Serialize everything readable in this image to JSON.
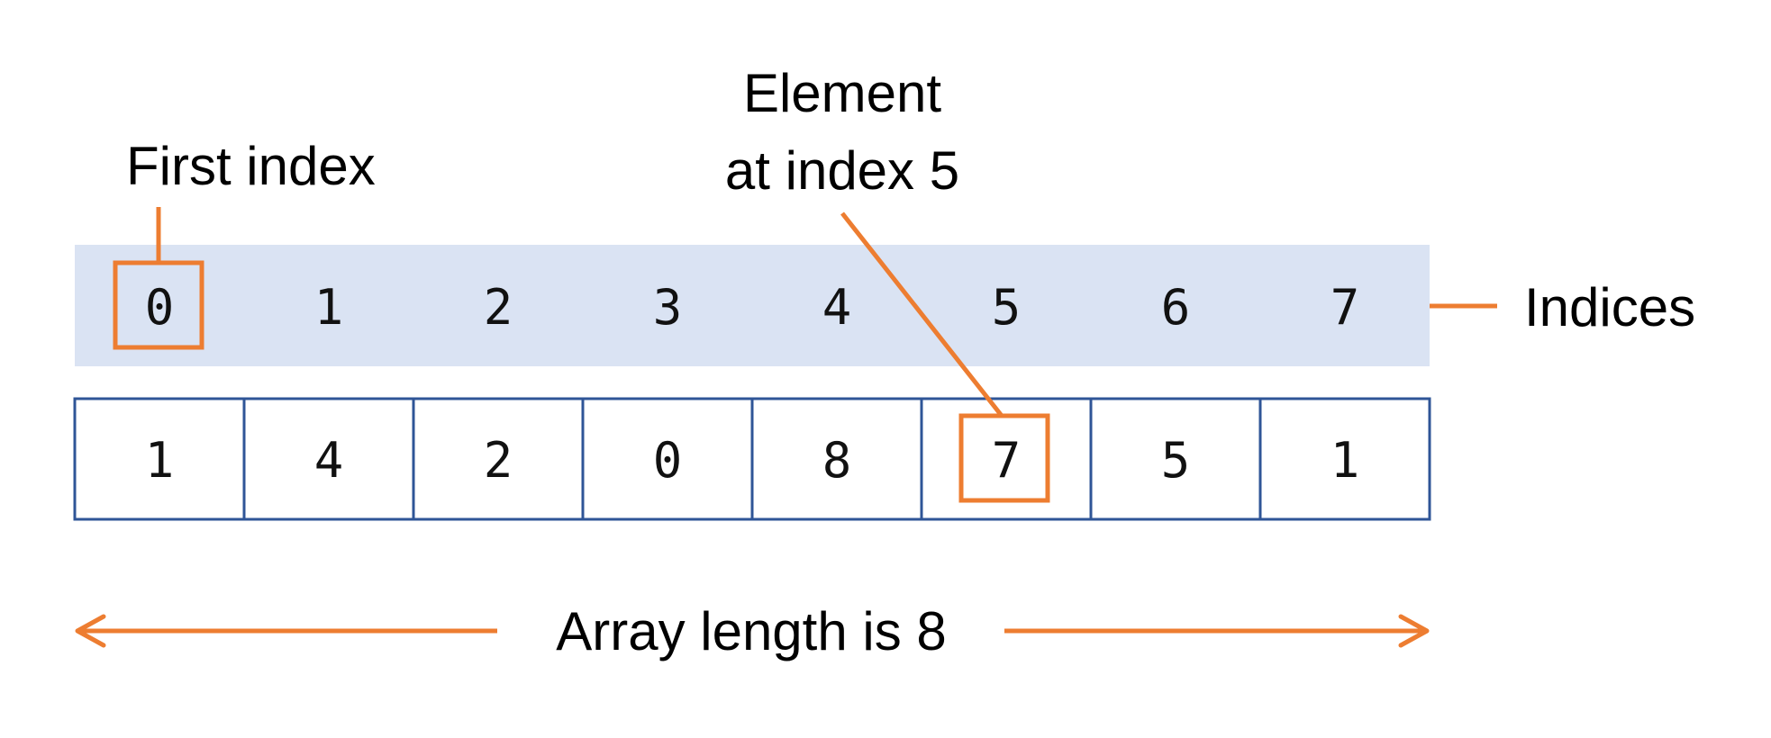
{
  "labels": {
    "first_index": "First index",
    "element_line1": "Element",
    "element_line2": "at index 5",
    "indices": "Indices",
    "length": "Array length is 8"
  },
  "indices": [
    "0",
    "1",
    "2",
    "3",
    "4",
    "5",
    "6",
    "7"
  ],
  "values": [
    "1",
    "4",
    "2",
    "0",
    "8",
    "7",
    "5",
    "1"
  ],
  "highlighted_index": 0,
  "highlighted_value_index": 5,
  "colors": {
    "accent": "#ED7D31",
    "index_band": "#DAE3F3",
    "cell_border": "#2F5597",
    "text": "#000000"
  }
}
